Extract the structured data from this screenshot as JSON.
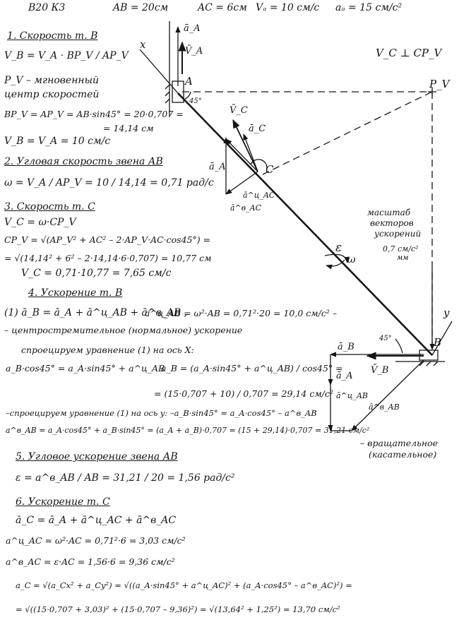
{
  "header": {
    "variant": "В20 К3",
    "ab": "AB = 20см",
    "ac": "AC = 6см",
    "va": "Vₐ = 10 см/с",
    "aa": "aₐ = 15 см/с²"
  },
  "s1": {
    "title": "1. Скорость т. В",
    "f1": "V_B = V_A · BP_V / AP_V",
    "note1": "P_V – мгновенный",
    "note2": "центр скоростей",
    "f2": "BP_V = AP_V = AB·sin45° = 20·0,707 =",
    "f3": "= 14,14 см",
    "f4": "V_B = V_A = 10 см/с"
  },
  "s2": {
    "title": "2. Угловая скорость звена АВ",
    "f1": "ω = V_A / AP_V = 10 / 14,14 = 0,71 рад/с"
  },
  "s3": {
    "title": "3. Скорость т. С",
    "f1": "V_C = ω·CP_V",
    "f2": "CP_V = √(AP_V² + AC² – 2·AP_V·AC·cos45°) =",
    "f3": "= √(14,14² + 6² – 2·14,14·6·0,707) = 10,77 см",
    "f4": "V_C = 0,71·10,77 = 7,65 см/с"
  },
  "s4": {
    "title": "4. Ускорение т. В",
    "eq": "(1)  ā_B = ā_A + ā^ц_AB + ā^в_AB ,",
    "eq2": "a^ц_AB = ω²·AB = 0,71²·20 = 10,0 см/с² –",
    "t1": "– центростремительное (нормальное) ускорение",
    "t2": "спроецируем уравнение (1) на ось X:",
    "f1": "a_B·cos45° = a_A·sin45° + a^ц_AB",
    "f2": "a_B = (a_A·sin45° + a^ц_AB) / cos45° =",
    "f3": "= (15·0,707 + 10) / 0,707 = 29,14 см/с²",
    "t3": "–спроецируем уравнение (1) на ось y: –a_B·sin45° = a_A·cos45° – a^в_AB",
    "f4": "a^в_AB = a_A·cos45° + a_B·sin45° = (a_A + a_B)·0,707 = (15 + 29,14)·0,707 = 31,21 см/с²",
    "t4": "– вращательное",
    "t5": "(касательное)"
  },
  "s5": {
    "title": "5. Угловое ускорение звена АВ",
    "f1": "ε = a^в_AB / AB = 31,21 / 20 = 1,56 рад/с²"
  },
  "s6": {
    "title": "6. Ускорение т. С",
    "f1": "ā_C = ā_A + ā^ц_AC + ā^в_AC",
    "f2": "a^ц_AC = ω²·AC = 0,71²·6 = 3,03 см/с²",
    "f3": "a^в_AC = ε·AC = 1,56·6 = 9,36 см/с²",
    "f4": "a_C = √(a_Cx² + a_Cy²) = √((a_A·sin45° + a^ц_AC)² + (a_A·cos45° – a^в_AC)²) =",
    "f5": "= √((15·0,707 + 3,03)² + (15·0,707 – 9,36)²) = √(13,64² + 1,25²) = 13,70 см/с²"
  },
  "diagram": {
    "perp": "V_C ⊥ CP_V",
    "scale1": "масштаб",
    "scale2": "векторов",
    "scale3": "ускорений",
    "scale4": "0,7 см/с²",
    "scale5": "мм",
    "pt_a": "A",
    "pt_b": "B",
    "pt_c": "C",
    "pt_pv": "P_V",
    "ax_x": "x",
    "ax_y": "y",
    "ang45_a": "45°",
    "ang45_b": "45°",
    "lbl_aa_top": "ā_A",
    "lbl_va_top": "V̄_A",
    "lbl_vc": "V̄_C",
    "lbl_ac": "ā_C",
    "lbl_aa_c": "ā_A",
    "lbl_aacn": "ā^ц_AC",
    "lbl_aact": "ā^в_AC",
    "lbl_eps": "ε",
    "lbl_omega": "ω",
    "lbl_ab": "ā_B",
    "lbl_vb": "V̄_B",
    "lbl_aa_b": "ā_A",
    "lbl_aabn": "ā^ц_AB",
    "lbl_aabt": "ā^в_AB"
  }
}
